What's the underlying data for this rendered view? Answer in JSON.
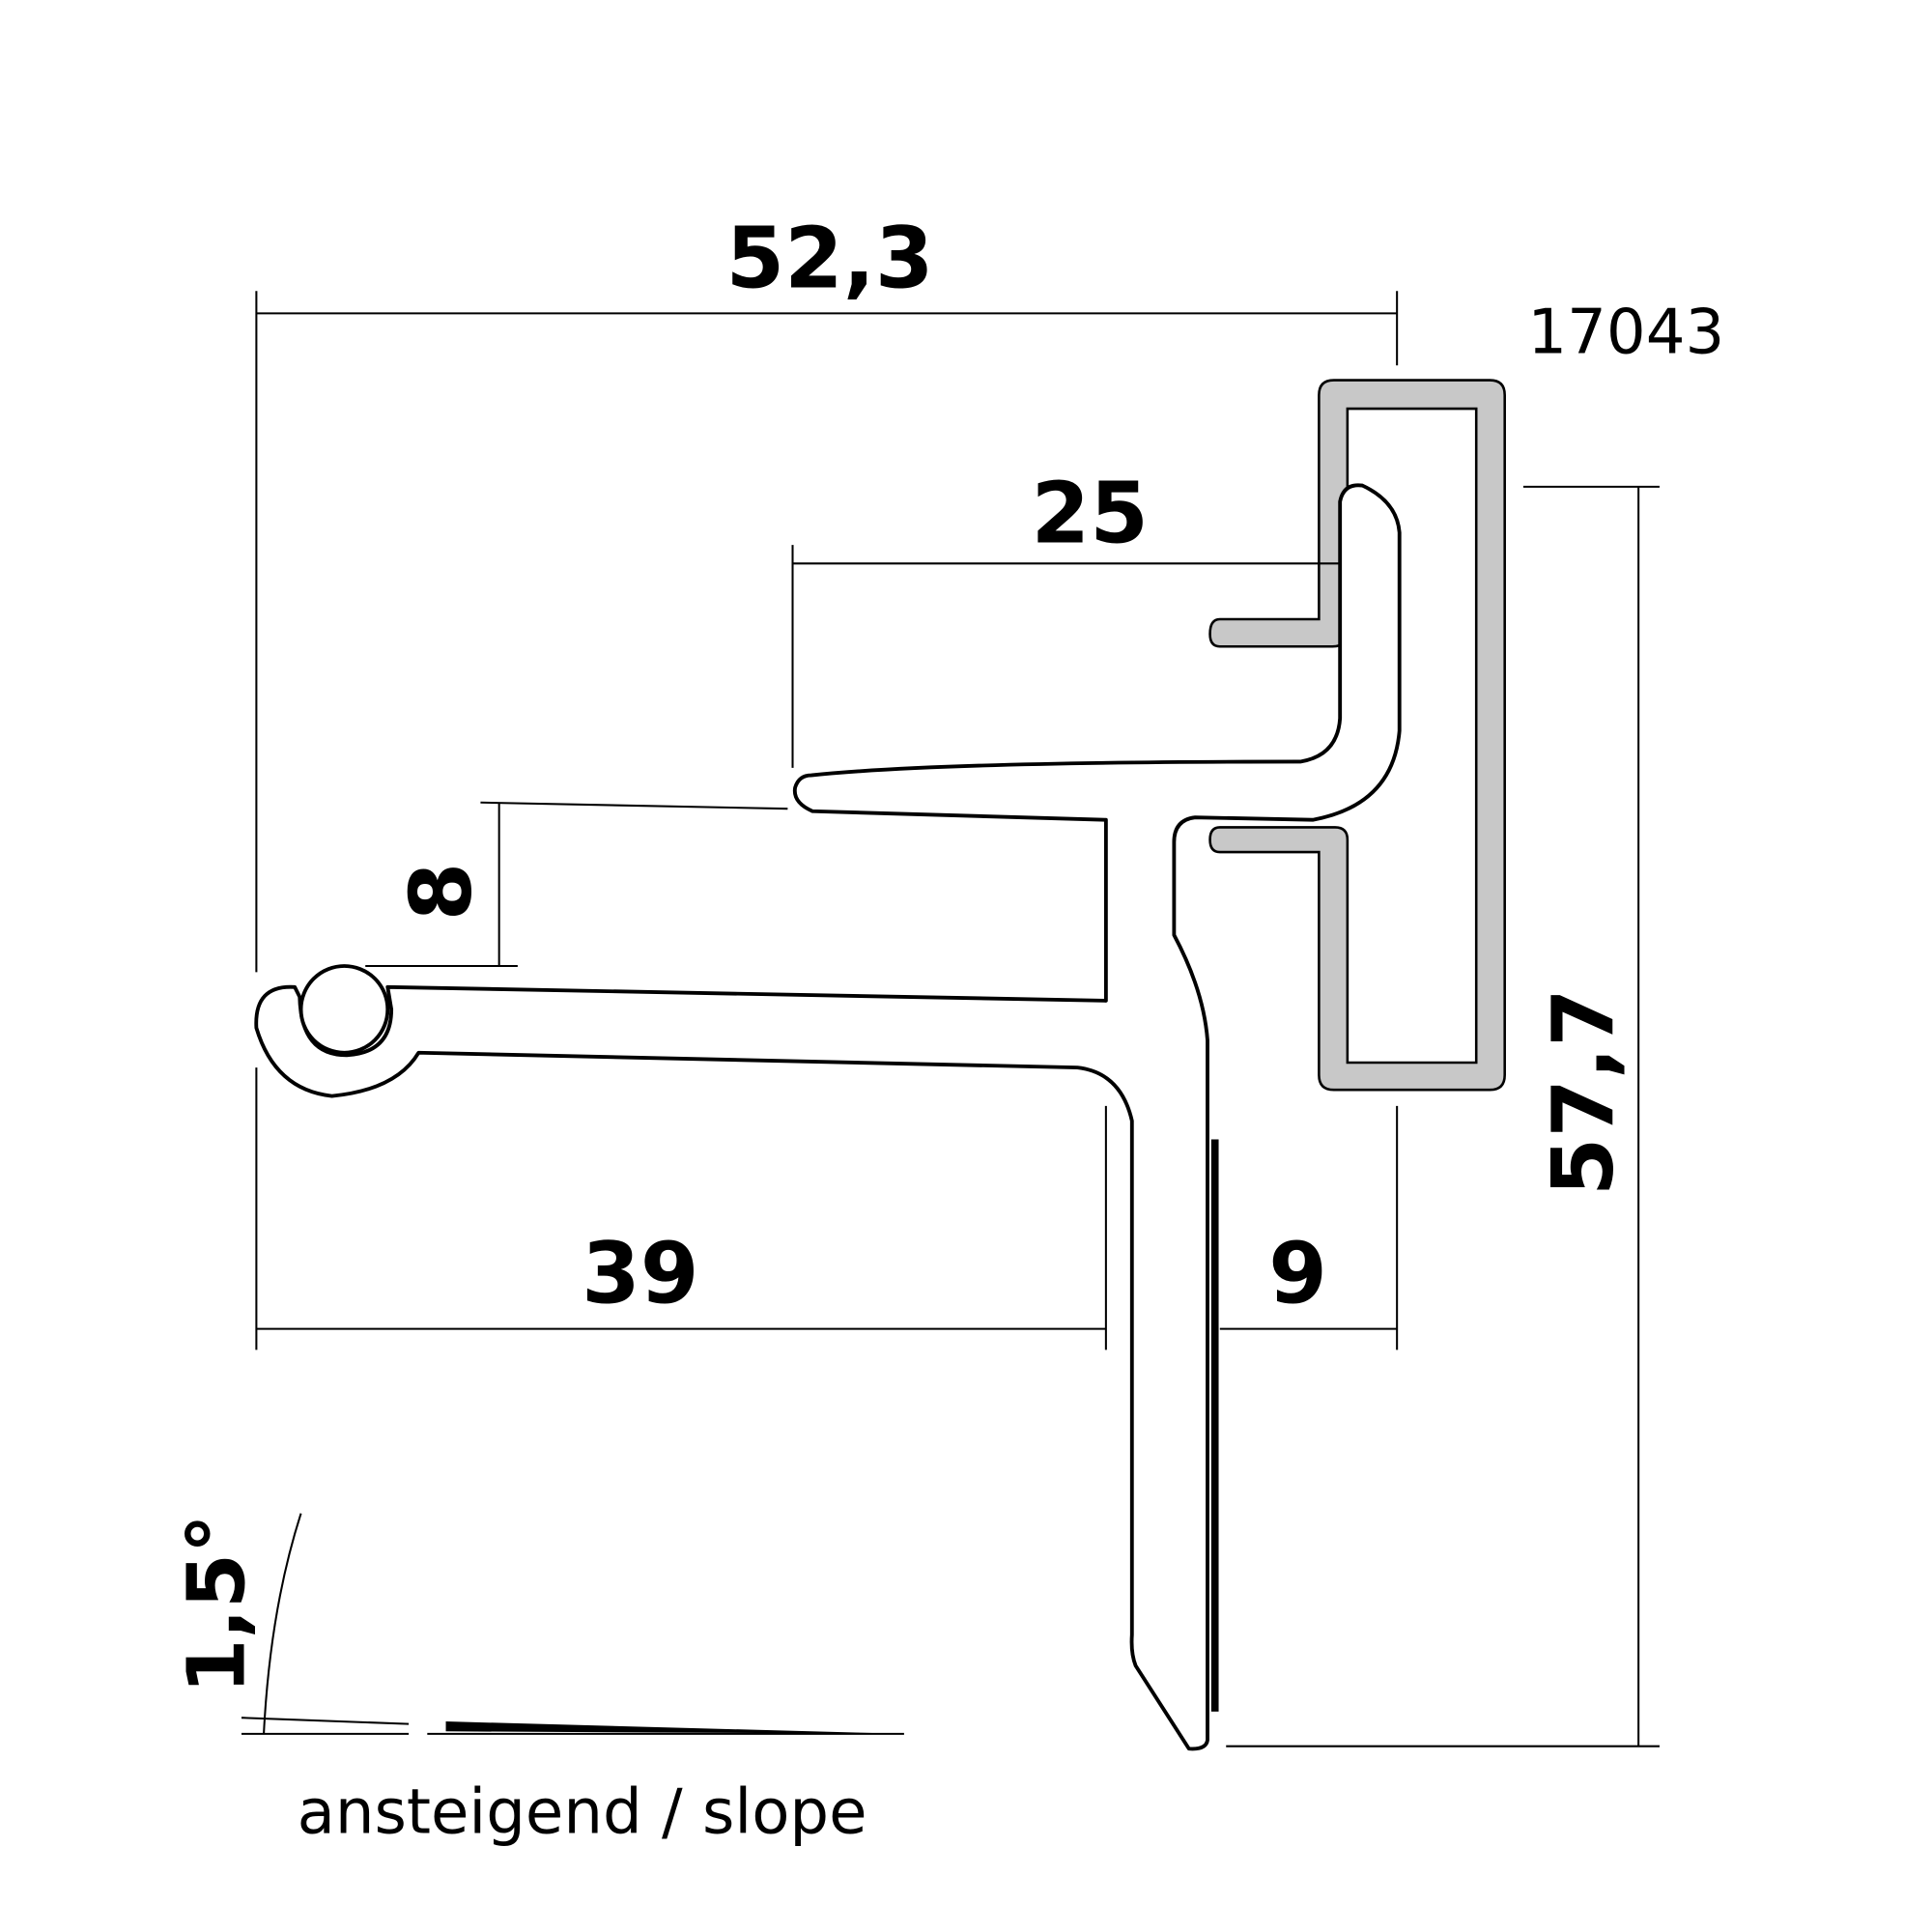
{
  "drawing": {
    "part_number": "17043",
    "dimensions": {
      "overall_width": "52,3",
      "inner_width": "25",
      "lip_height": "8",
      "left_width": "39",
      "right_width": "9",
      "overall_height": "57,7"
    },
    "slope": {
      "angle": "1,5°",
      "caption": "ansteigend / slope"
    },
    "colors": {
      "line": "#000000",
      "insert_fill": "#c8c8c8",
      "background": "#ffffff"
    }
  }
}
